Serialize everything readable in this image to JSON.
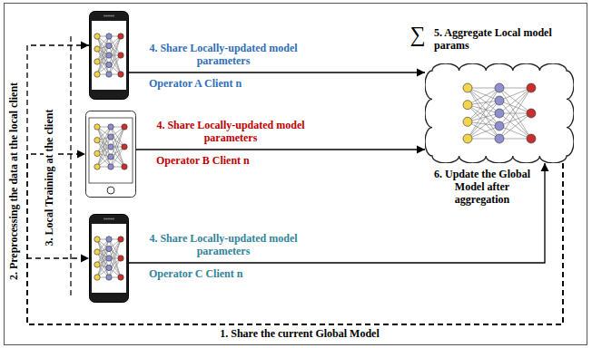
{
  "diagram": {
    "nodes": [
      {
        "text": [
          "Operator A Client n"
        ]
      },
      {
        "text": [
          "Operator B Client n"
        ]
      },
      {
        "text": [
          "Operator C Client n"
        ]
      },
      {
        "text": [
          "5. Aggregate Local model params",
          "6. Update the Global Model after aggregation"
        ]
      }
    ],
    "edges": [
      {
        "from": 0,
        "to": 3,
        "arrow": "to",
        "label": "4. Share Locally-updated model parameters"
      },
      {
        "from": 1,
        "to": 3,
        "arrow": "to",
        "label": "4. Share Locally-updated model parameters"
      },
      {
        "from": 2,
        "to": 3,
        "arrow": "to",
        "label": "4. Share Locally-updated model parameters"
      },
      {
        "from": 3,
        "to": 0,
        "arrow": "to"
      },
      {
        "from": 3,
        "to": 1,
        "arrow": "to"
      },
      {
        "from": 3,
        "to": 2,
        "arrow": "to"
      }
    ],
    "labels": [
      "∑",
      "1. Share the current Global Model",
      "2. Preprocessing the data at the local client",
      "3. Local Training at the client"
    ]
  }
}
